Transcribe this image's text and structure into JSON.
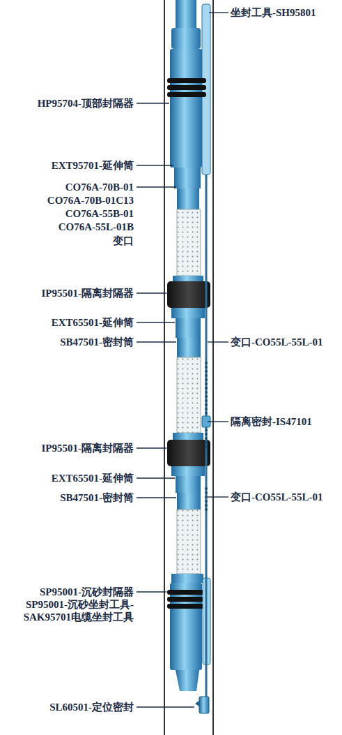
{
  "diagram": {
    "labels": [
      "坐封工具-SH95801",
      "HP95704-顶部封隔器",
      "EXT95701-延伸筒",
      "CO76A-70B-01",
      "CO76A-70B-01C13",
      "CO76A-55B-01",
      "CO76A-55L-01B",
      "变口",
      "IP95501-隔离封隔器",
      "EXT65501-延伸筒",
      "SB47501-密封筒",
      "变口-CO55L-55L-01",
      "隔离密封-IS47101",
      "IP95501-隔离封隔器",
      "EXT65501-延伸筒",
      "SB47501-密封筒",
      "变口-CO55L-55L-01",
      "SP95001-沉砂封隔器",
      "SP95001-沉砂坐封工具-",
      "SAK95701电缆坐封工具",
      "SL60501-定位密封"
    ]
  }
}
